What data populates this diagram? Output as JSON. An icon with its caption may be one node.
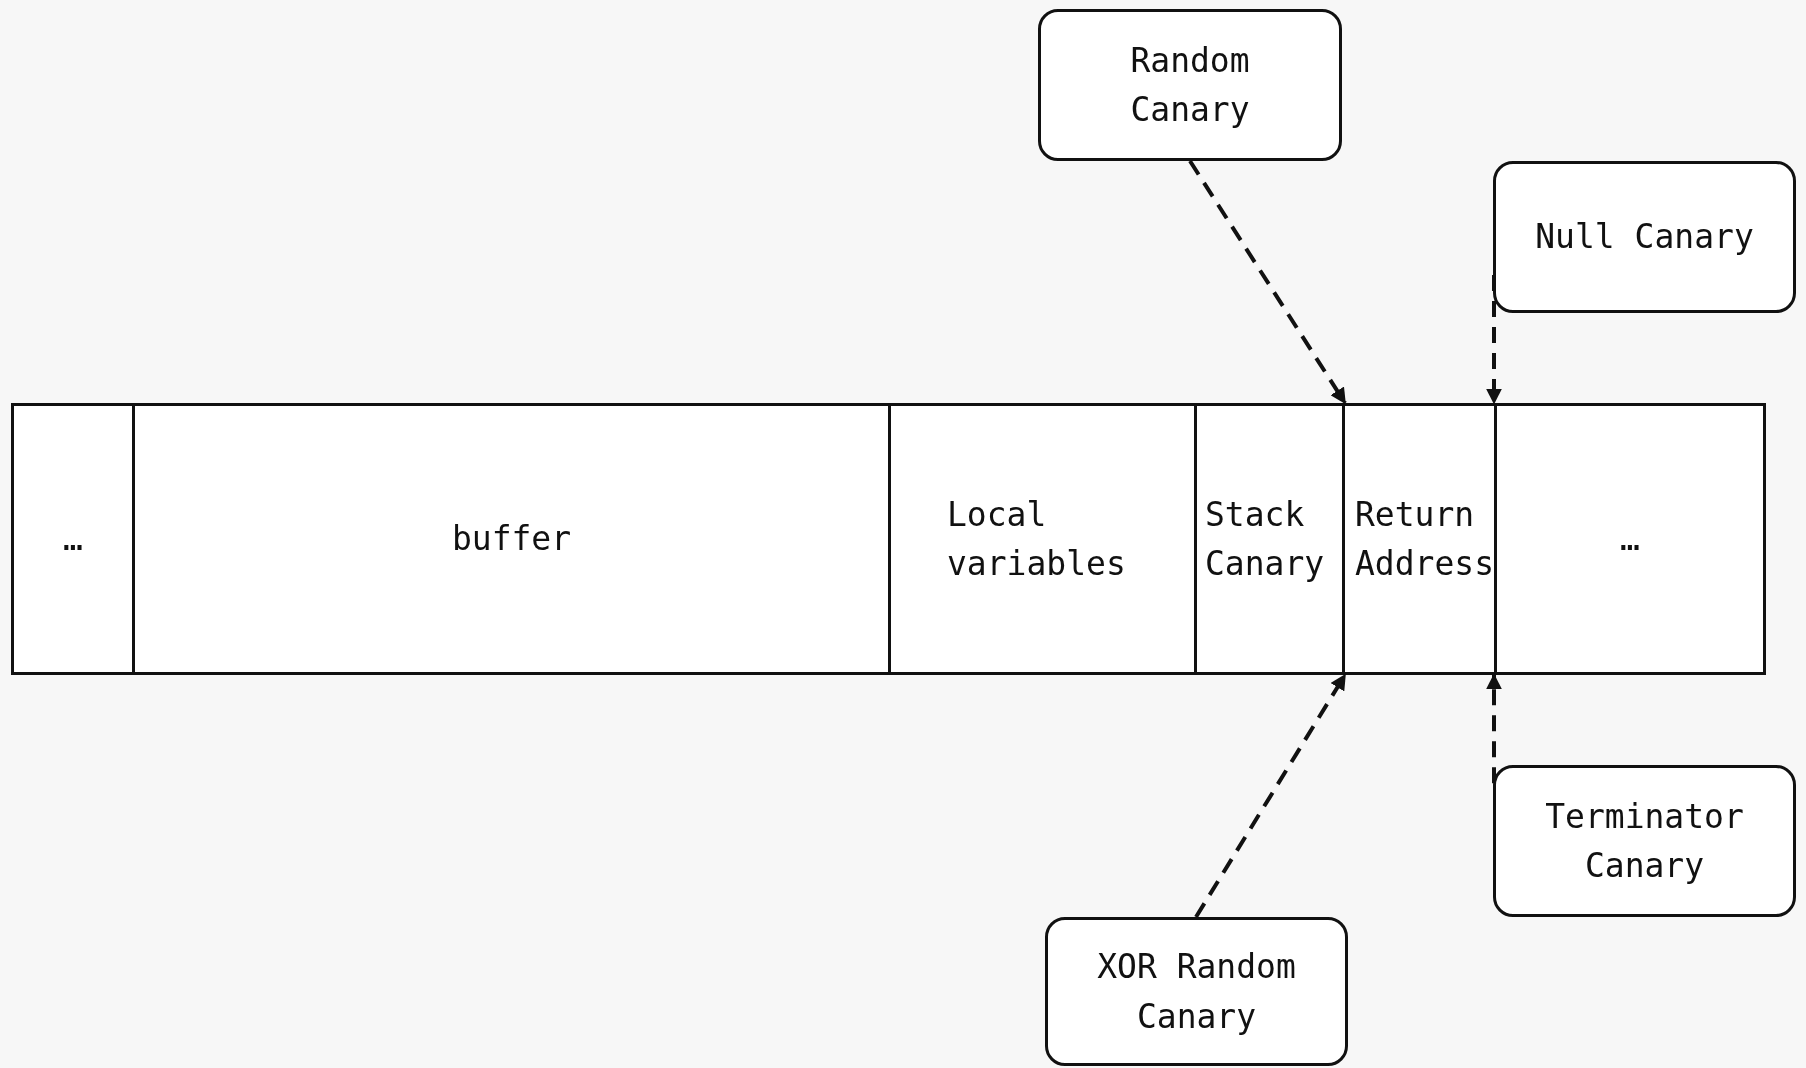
{
  "diagram": {
    "nodes": [
      {
        "text": [
          "…"
        ]
      },
      {
        "text": [
          "buffer"
        ]
      },
      {
        "text": [
          "Local variables"
        ]
      },
      {
        "text": [
          "Stack Canary"
        ]
      },
      {
        "text": [
          "Return Address"
        ]
      },
      {
        "text": [
          "…"
        ]
      },
      {
        "text": [
          "Random Canary"
        ]
      },
      {
        "text": [
          "Null Canary"
        ]
      },
      {
        "text": [
          "Terminator Canary"
        ]
      },
      {
        "text": [
          "XOR Random Canary"
        ]
      }
    ],
    "edges": [
      {
        "from": 6,
        "to": 3,
        "arrow": "to",
        "style": "dashed"
      },
      {
        "from": 7,
        "to": 4,
        "arrow": "to",
        "style": "dashed"
      },
      {
        "from": 8,
        "to": 4,
        "arrow": "to",
        "style": "dashed"
      },
      {
        "from": 9,
        "to": 3,
        "arrow": "to",
        "style": "dashed"
      }
    ]
  }
}
